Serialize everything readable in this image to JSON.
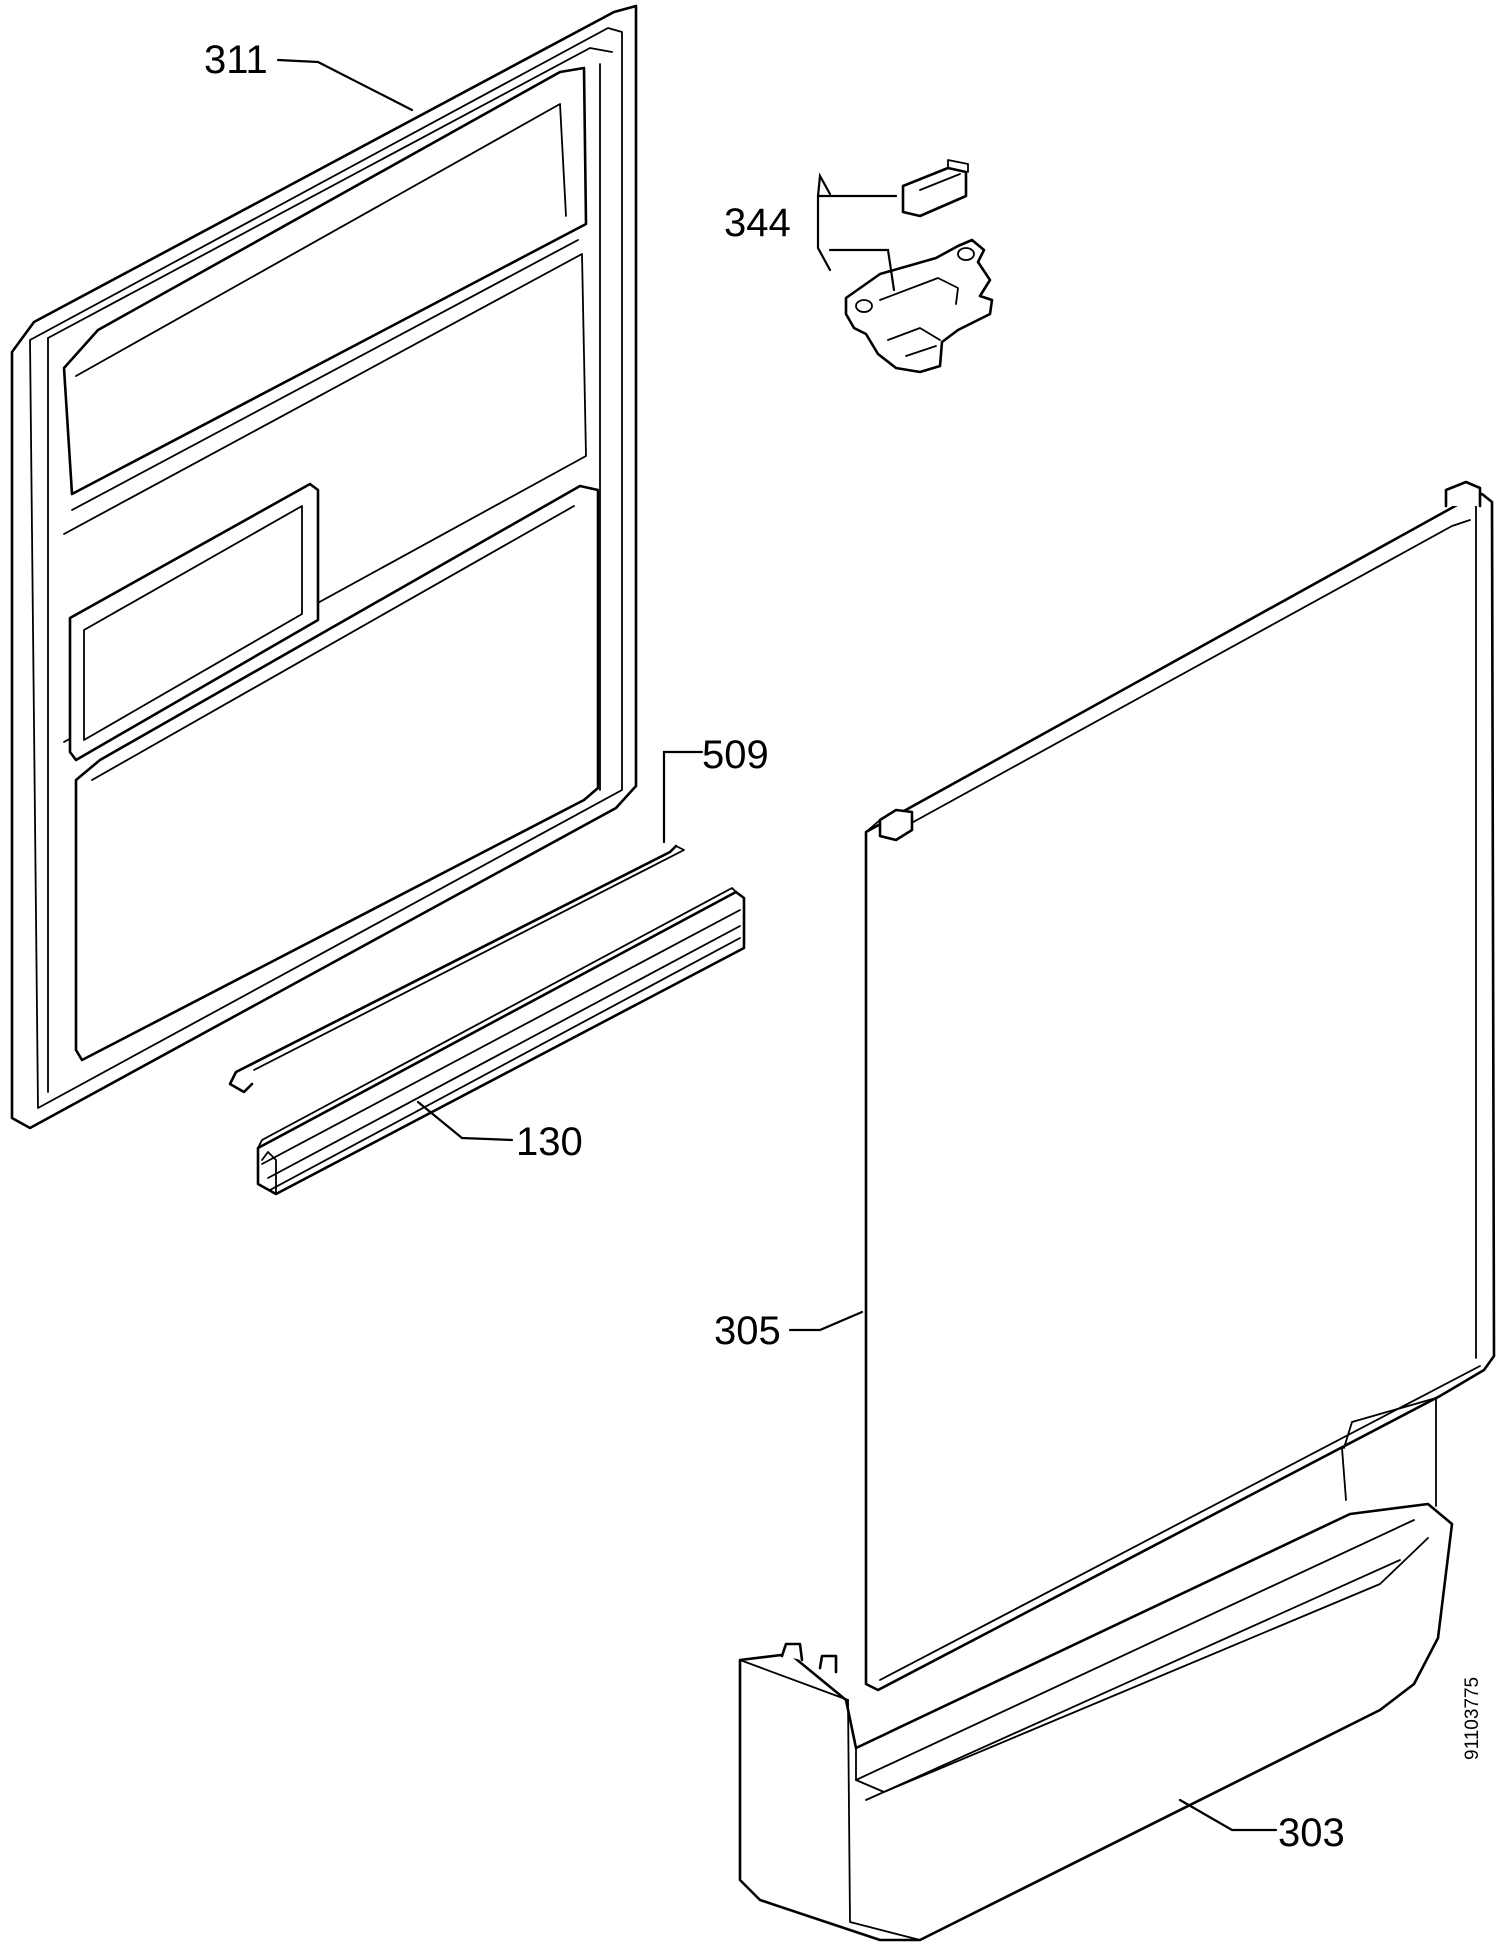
{
  "diagram": {
    "document_number": "91103775",
    "parts": [
      {
        "id": "311"
      },
      {
        "id": "344"
      },
      {
        "id": "509"
      },
      {
        "id": "130"
      },
      {
        "id": "305"
      },
      {
        "id": "303"
      }
    ]
  }
}
